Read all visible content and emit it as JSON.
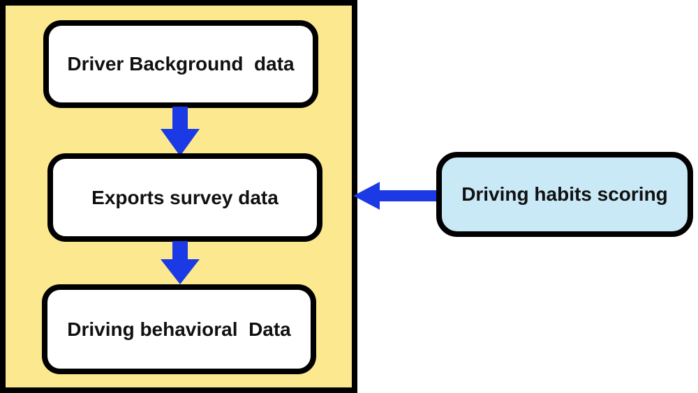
{
  "diagram": {
    "nodes": [
      {
        "id": "driver-background-data",
        "label": "Driver Background  data"
      },
      {
        "id": "exports-survey-data",
        "label": "Exports survey data"
      },
      {
        "id": "driving-behavioral-data",
        "label": "Driving behavioral  Data"
      }
    ],
    "side_node": {
      "id": "driving-habits-scoring",
      "label": "Driving habits scoring"
    },
    "arrows": [
      {
        "from": "driver-background-data",
        "to": "exports-survey-data",
        "direction": "down"
      },
      {
        "from": "exports-survey-data",
        "to": "driving-behavioral-data",
        "direction": "down"
      },
      {
        "from": "driving-habits-scoring",
        "to": "exports-survey-data",
        "direction": "left"
      }
    ],
    "colors": {
      "panel_fill": "#FBE88F",
      "node_fill": "#FFFFFF",
      "side_node_fill": "#C9E9F7",
      "arrow": "#1B3AE6",
      "border": "#000000",
      "text": "#111111"
    }
  }
}
